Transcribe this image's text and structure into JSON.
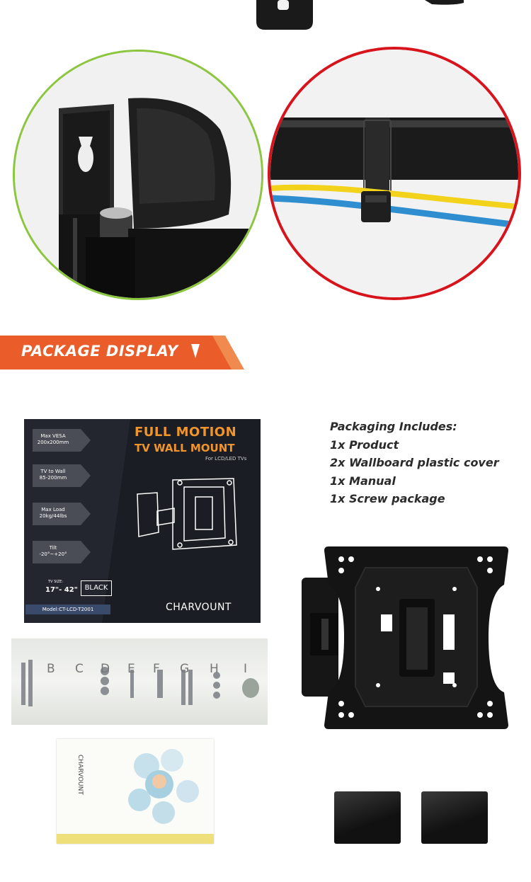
{
  "banner": {
    "title": "PACKAGE DISPLAY",
    "arrow_icon": "chevron-down-icon",
    "color": "#ea5d2a"
  },
  "package_box": {
    "title_line1": "FULL MOTION",
    "title_line2": "TV WALL MOUNT",
    "subtitle": "For LCD/LED TVs",
    "specs": [
      {
        "label": "Max VESA",
        "value": "200x200mm"
      },
      {
        "label": "TV to Wall",
        "value": "85-200mm"
      },
      {
        "label": "Max Load",
        "value": "20kg/44lbs"
      },
      {
        "label": "Tilt",
        "value": "-20°~+20°"
      }
    ],
    "tv_size_label": "TV SIZE:",
    "tv_size": "17\"- 42\"",
    "color": "BLACK",
    "model": "Model:CT-LCD-T2001",
    "brand": "CHARVOUNT"
  },
  "includes": {
    "heading": "Packaging Includes:",
    "items": [
      "1x Product",
      "2x Wallboard plastic cover",
      "1x Manual",
      "1x Screw package"
    ]
  },
  "hardware_letters": [
    "B",
    "C",
    "D",
    "E",
    "F",
    "G",
    "H",
    "I"
  ],
  "manual": {
    "brand": "CHARVOUNT"
  },
  "colors": {
    "green_ring": "#8cc63f",
    "red_ring": "#d7141c",
    "orange": "#ea5d2a"
  }
}
